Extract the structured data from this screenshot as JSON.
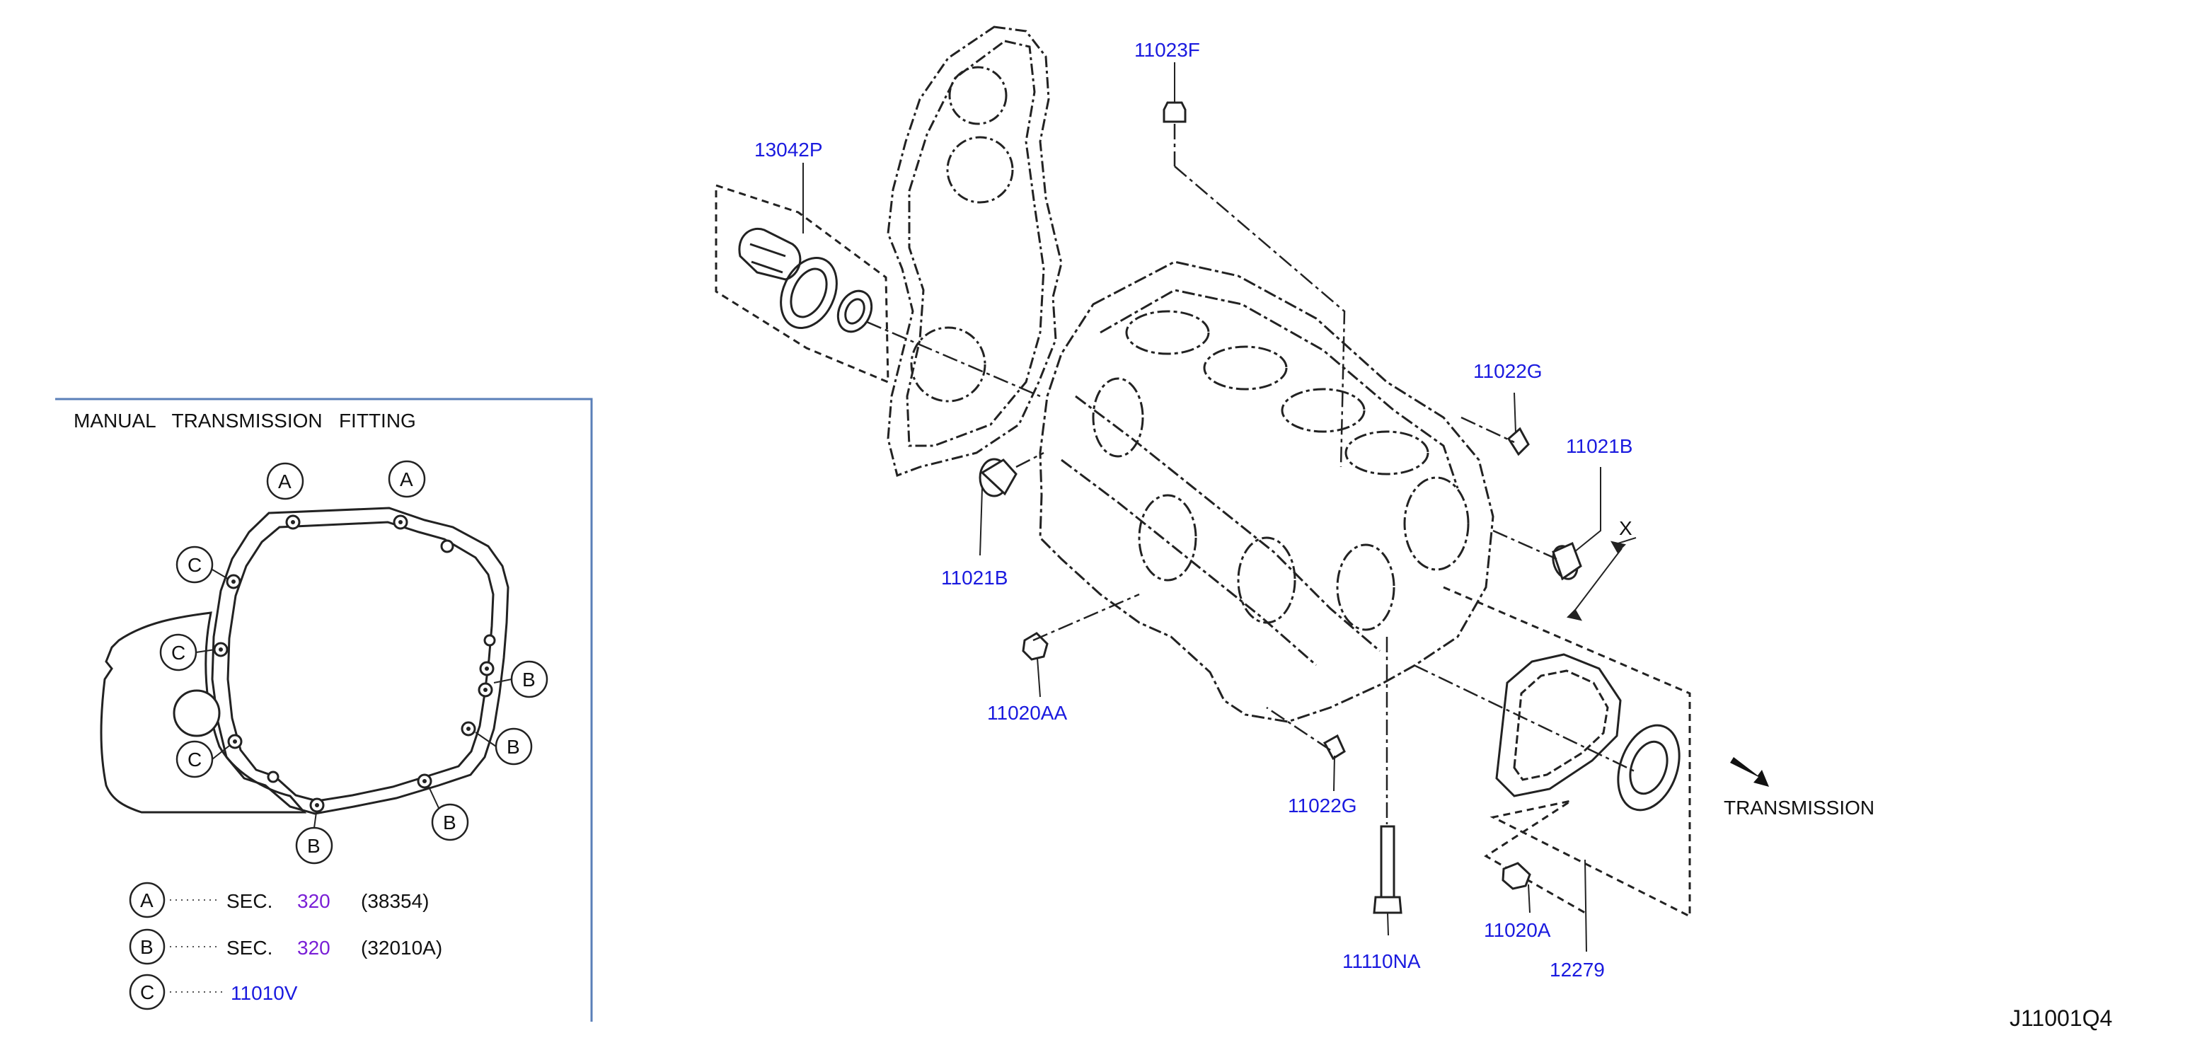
{
  "colors": {
    "part_number": "#1a1adf",
    "section_number": "#7a1fd6",
    "ink": "#111111",
    "inset_frame": "#5a7fb8"
  },
  "inset": {
    "title": "MANUAL   TRANSMISSION   FITTING",
    "callout_a": "A",
    "callout_b": "B",
    "callout_c": "C",
    "legend": [
      {
        "letter": "A",
        "sec_label": "SEC.",
        "sec_number": "320",
        "ref": "(38354)"
      },
      {
        "letter": "B",
        "sec_label": "SEC.",
        "sec_number": "320",
        "ref": "(32010A)"
      },
      {
        "letter": "C",
        "part": "11010V"
      }
    ]
  },
  "parts": {
    "p11023F": "11023F",
    "p13042P": "13042P",
    "p11022G_top": "11022G",
    "p11021B_right": "11021B",
    "p11021B_left": "11021B",
    "p11020AA": "11020AA",
    "p11022G_bottom": "11022G",
    "p11110NA": "11110NA",
    "p11020A": "11020A",
    "p12279": "12279"
  },
  "dimension_mark": "X",
  "direction_label": "TRANSMISSION",
  "diagram_code": "J11001Q4"
}
